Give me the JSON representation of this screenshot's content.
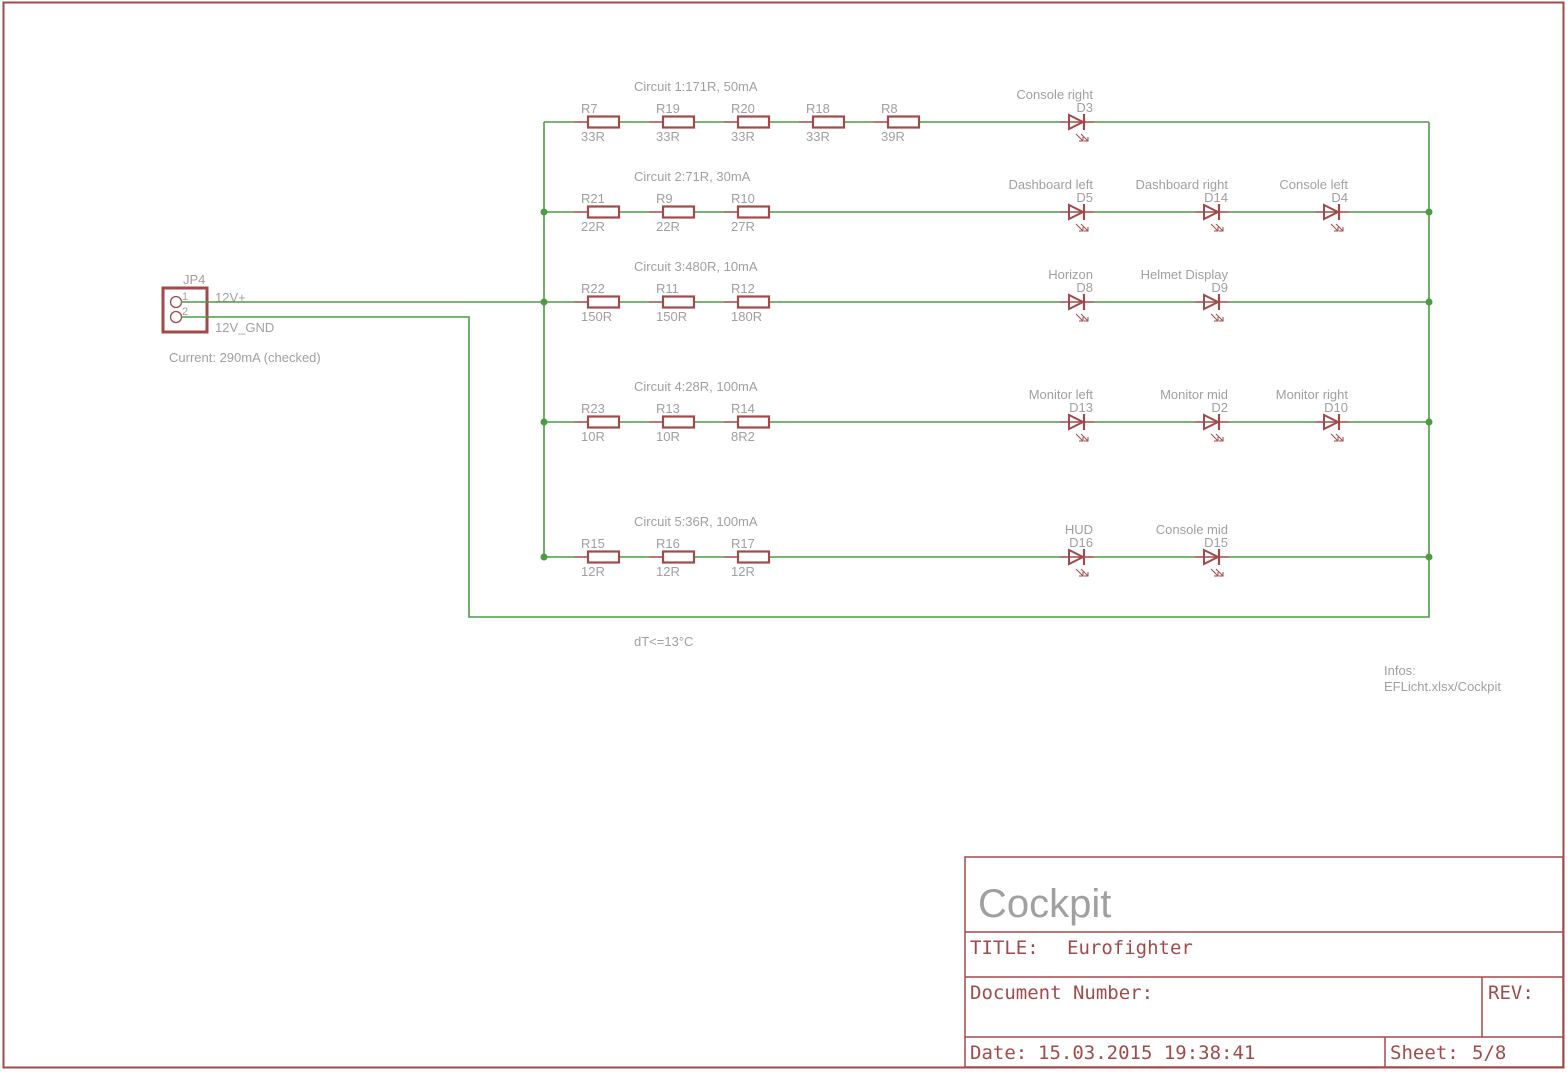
{
  "connector": {
    "name": "JP4",
    "pins": [
      "1",
      "2"
    ],
    "nets": [
      "12V+",
      "12V_GND"
    ],
    "note": "Current: 290mA (checked)"
  },
  "circuits": [
    {
      "label": "Circuit 1:171R, 50mA",
      "resistors": [
        {
          "name": "R7",
          "value": "33R"
        },
        {
          "name": "R19",
          "value": "33R"
        },
        {
          "name": "R20",
          "value": "33R"
        },
        {
          "name": "R18",
          "value": "33R"
        },
        {
          "name": "R8",
          "value": "39R"
        }
      ],
      "leds": [
        {
          "name": "D3",
          "desc": "Console right"
        }
      ]
    },
    {
      "label": "Circuit 2:71R, 30mA",
      "resistors": [
        {
          "name": "R21",
          "value": "22R"
        },
        {
          "name": "R9",
          "value": "22R"
        },
        {
          "name": "R10",
          "value": "27R"
        }
      ],
      "leds": [
        {
          "name": "D5",
          "desc": "Dashboard left"
        },
        {
          "name": "D14",
          "desc": "Dashboard right"
        },
        {
          "name": "D4",
          "desc": "Console left"
        }
      ]
    },
    {
      "label": "Circuit 3:480R, 10mA",
      "resistors": [
        {
          "name": "R22",
          "value": "150R"
        },
        {
          "name": "R11",
          "value": "150R"
        },
        {
          "name": "R12",
          "value": "180R"
        }
      ],
      "leds": [
        {
          "name": "D8",
          "desc": "Horizon"
        },
        {
          "name": "D9",
          "desc": "Helmet Display"
        }
      ]
    },
    {
      "label": "Circuit 4:28R, 100mA",
      "resistors": [
        {
          "name": "R23",
          "value": "10R"
        },
        {
          "name": "R13",
          "value": "10R"
        },
        {
          "name": "R14",
          "value": "8R2"
        }
      ],
      "leds": [
        {
          "name": "D13",
          "desc": "Monitor left"
        },
        {
          "name": "D2",
          "desc": "Monitor mid"
        },
        {
          "name": "D10",
          "desc": "Monitor right"
        }
      ]
    },
    {
      "label": "Circuit 5:36R, 100mA",
      "resistors": [
        {
          "name": "R15",
          "value": "12R"
        },
        {
          "name": "R16",
          "value": "12R"
        },
        {
          "name": "R17",
          "value": "12R"
        }
      ],
      "leds": [
        {
          "name": "D16",
          "desc": "HUD"
        },
        {
          "name": "D15",
          "desc": "Console mid"
        }
      ]
    }
  ],
  "notes": {
    "thermal": "dT<=13°C",
    "infos_label": "Infos:",
    "infos_source": "EFLicht.xlsx/Cockpit"
  },
  "title_block": {
    "sheet_name": "Cockpit",
    "title_label": "TITLE:",
    "title_value": "Eurofighter",
    "document_number_label": "Document Number:",
    "document_number_value": "",
    "rev_label": "REV:",
    "rev_value": "",
    "date_label": "Date:",
    "date_value": "15.03.2015 19:38:41",
    "sheet_label": "Sheet:",
    "sheet_value": "5/8"
  },
  "colors": {
    "wire": "#4c9c44",
    "part": "#a24a4a",
    "label": "#a0a0a0",
    "frame": "#a24a4a"
  }
}
